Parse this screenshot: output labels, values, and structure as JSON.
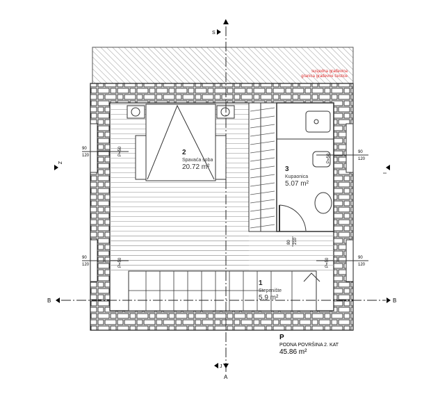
{
  "compass": {
    "north_top": "S",
    "west_left": "Z",
    "east_right": "I",
    "south_bottom": "J"
  },
  "sections": {
    "a_top": "A",
    "a_bottom": "A",
    "b_left": "B",
    "b_right": "B"
  },
  "neighbor_note": {
    "line1": "susjedna građevina",
    "line2": "granica građevne čestice",
    "color": "#e03030"
  },
  "rooms": [
    {
      "number": "2",
      "name": "Spavaća soba",
      "area": "20.72 m²"
    },
    {
      "number": "3",
      "name": "Kupaonica",
      "area": "5.07 m²"
    },
    {
      "number": "1",
      "name": "Stepenište",
      "area": "5.9 m²"
    }
  ],
  "floor_total": {
    "label": "P",
    "name": "PODNA POVRŠINA 2. KAT",
    "area": "45.86 m²"
  },
  "windows": {
    "width": "90",
    "height": "120",
    "sill": "P=50"
  },
  "door": {
    "width": "80",
    "height": "210"
  }
}
